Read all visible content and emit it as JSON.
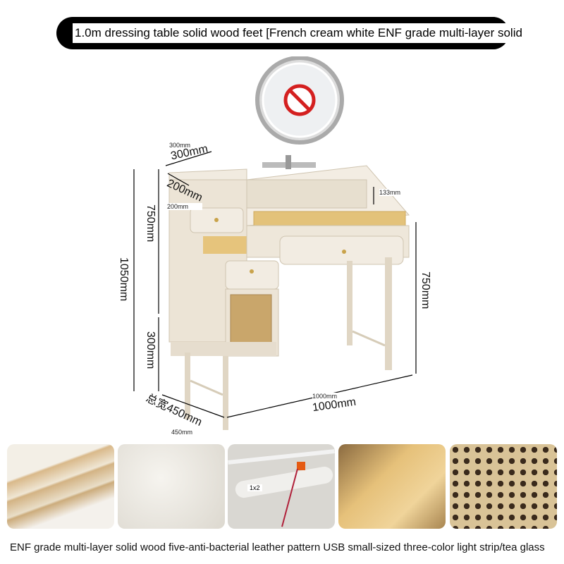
{
  "header": {
    "title": "1.0m dressing table   solid wood feet [French cream white   ENF grade multi-layer solid"
  },
  "dimensions": {
    "top_width_label": "300mm",
    "top_width_big": "300mm",
    "top_depth_big": "200mm",
    "top_depth_label": "200mm",
    "shelf_height_label": "133mm",
    "upper_height": "750mm",
    "total_height": "1050mm",
    "leg_height": "300mm",
    "right_height": "750mm",
    "width_label": "1000mm",
    "width_big": "1000mm",
    "depth_big": "总宽450mm",
    "depth_label": "450mm"
  },
  "features": {
    "usb_label": "1x2",
    "caption": "ENF grade multi-layer solid wood five-anti-bacterial leather pattern USB small-sized three-color light strip/tea glass"
  },
  "colors": {
    "cream": "#ece4d6",
    "wood": "#e3c27a",
    "rattan": "#c9a66b"
  }
}
